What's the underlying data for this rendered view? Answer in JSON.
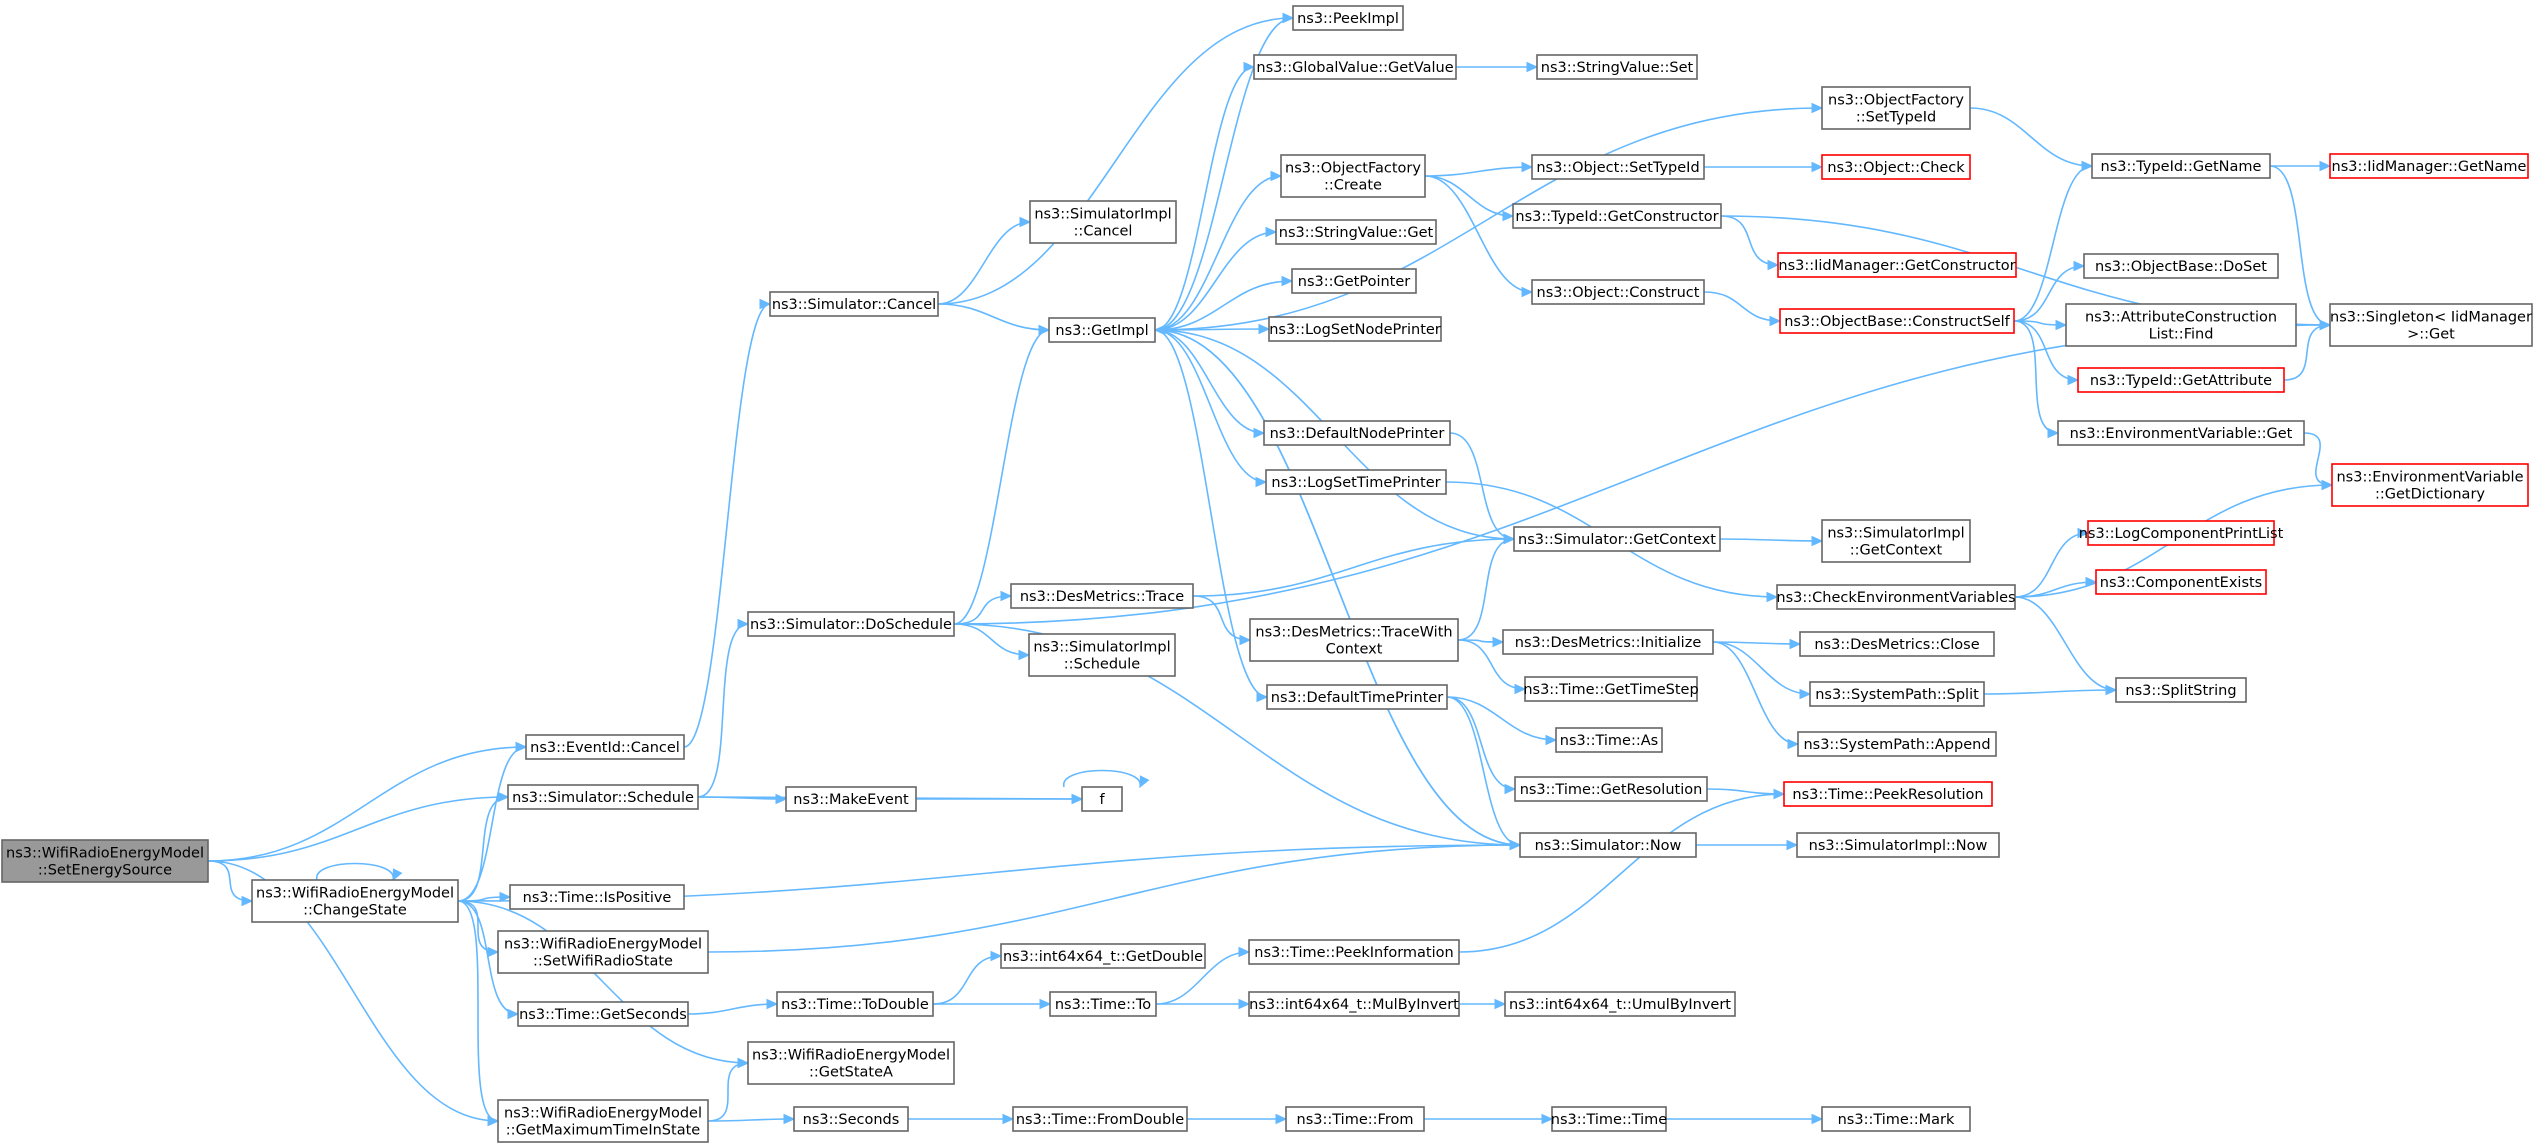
{
  "colors": {
    "edge": "#63b8ff",
    "box_border": "#666666",
    "highlight_border": "#ff0000",
    "root_fill": "#999999"
  },
  "nodes": [
    {
      "id": "root",
      "lines": [
        "ns3::WifiRadioEnergyModel",
        "::SetEnergySource"
      ],
      "style": "root"
    },
    {
      "id": "changestate",
      "lines": [
        "ns3::WifiRadioEnergyModel",
        "::ChangeState"
      ]
    },
    {
      "id": "eventid_cancel",
      "lines": [
        "ns3::EventId::Cancel"
      ]
    },
    {
      "id": "sim_schedule",
      "lines": [
        "ns3::Simulator::Schedule"
      ]
    },
    {
      "id": "getmaxtime",
      "lines": [
        "ns3::WifiRadioEnergyModel",
        "::GetMaximumTimeInState"
      ]
    },
    {
      "id": "sim_cancel",
      "lines": [
        "ns3::Simulator::Cancel"
      ]
    },
    {
      "id": "sim_doschedule",
      "lines": [
        "ns3::Simulator::DoSchedule"
      ]
    },
    {
      "id": "makeevent",
      "lines": [
        "ns3::MakeEvent"
      ]
    },
    {
      "id": "time_ispositive",
      "lines": [
        "ns3::Time::IsPositive"
      ]
    },
    {
      "id": "setwifiradiostate",
      "lines": [
        "ns3::WifiRadioEnergyModel",
        "::SetWifiRadioState"
      ]
    },
    {
      "id": "time_getseconds",
      "lines": [
        "ns3::Time::GetSeconds"
      ]
    },
    {
      "id": "getstatea",
      "lines": [
        "ns3::WifiRadioEnergyModel",
        "::GetStateA"
      ]
    },
    {
      "id": "seconds",
      "lines": [
        "ns3::Seconds"
      ]
    },
    {
      "id": "simimpl_cancel",
      "lines": [
        "ns3::SimulatorImpl",
        "::Cancel"
      ]
    },
    {
      "id": "getimpl",
      "lines": [
        "ns3::GetImpl"
      ]
    },
    {
      "id": "desmetrics_trace",
      "lines": [
        "ns3::DesMetrics::Trace"
      ]
    },
    {
      "id": "simimpl_schedule",
      "lines": [
        "ns3::SimulatorImpl",
        "::Schedule"
      ]
    },
    {
      "id": "f",
      "lines": [
        "f"
      ]
    },
    {
      "id": "time_todouble",
      "lines": [
        "ns3::Time::ToDouble"
      ]
    },
    {
      "id": "time_fromdouble",
      "lines": [
        "ns3::Time::FromDouble"
      ]
    },
    {
      "id": "peekimpl",
      "lines": [
        "ns3::PeekImpl"
      ]
    },
    {
      "id": "gv_getvalue",
      "lines": [
        "ns3::GlobalValue::GetValue"
      ]
    },
    {
      "id": "of_create",
      "lines": [
        "ns3::ObjectFactory",
        "::Create"
      ]
    },
    {
      "id": "sv_get",
      "lines": [
        "ns3::StringValue::Get"
      ]
    },
    {
      "id": "getpointer",
      "lines": [
        "ns3::GetPointer"
      ]
    },
    {
      "id": "logsetnodeprinter",
      "lines": [
        "ns3::LogSetNodePrinter"
      ]
    },
    {
      "id": "defaultnodeprinter",
      "lines": [
        "ns3::DefaultNodePrinter"
      ]
    },
    {
      "id": "logsettimeprinter",
      "lines": [
        "ns3::LogSetTimePrinter"
      ]
    },
    {
      "id": "dm_tracewithcontext",
      "lines": [
        "ns3::DesMetrics::TraceWith",
        "Context"
      ]
    },
    {
      "id": "defaulttimeprinter",
      "lines": [
        "ns3::DefaultTimePrinter"
      ]
    },
    {
      "id": "int64_getdouble",
      "lines": [
        "ns3::int64x64_t::GetDouble"
      ]
    },
    {
      "id": "time_to",
      "lines": [
        "ns3::Time::To"
      ]
    },
    {
      "id": "time_peekinformation",
      "lines": [
        "ns3::Time::PeekInformation"
      ]
    },
    {
      "id": "int64_mulbyinvert",
      "lines": [
        "ns3::int64x64_t::MulByInvert"
      ]
    },
    {
      "id": "time_from",
      "lines": [
        "ns3::Time::From"
      ]
    },
    {
      "id": "sv_set",
      "lines": [
        "ns3::StringValue::Set"
      ]
    },
    {
      "id": "obj_settypeid",
      "lines": [
        "ns3::Object::SetTypeId"
      ]
    },
    {
      "id": "typeid_getconstructor",
      "lines": [
        "ns3::TypeId::GetConstructor"
      ]
    },
    {
      "id": "obj_construct",
      "lines": [
        "ns3::Object::Construct"
      ]
    },
    {
      "id": "sim_getcontext",
      "lines": [
        "ns3::Simulator::GetContext"
      ]
    },
    {
      "id": "dm_initialize",
      "lines": [
        "ns3::DesMetrics::Initialize"
      ]
    },
    {
      "id": "time_gettimestep",
      "lines": [
        "ns3::Time::GetTimeStep"
      ]
    },
    {
      "id": "time_as",
      "lines": [
        "ns3::Time::As"
      ]
    },
    {
      "id": "time_getresolution",
      "lines": [
        "ns3::Time::GetResolution"
      ]
    },
    {
      "id": "sim_now",
      "lines": [
        "ns3::Simulator::Now"
      ]
    },
    {
      "id": "int64_umulbyinvert",
      "lines": [
        "ns3::int64x64_t::UmulByInvert"
      ]
    },
    {
      "id": "time_time",
      "lines": [
        "ns3::Time::Time"
      ]
    },
    {
      "id": "of_settypeid",
      "lines": [
        "ns3::ObjectFactory",
        "::SetTypeId"
      ]
    },
    {
      "id": "obj_check",
      "lines": [
        "ns3::Object::Check"
      ],
      "style": "red"
    },
    {
      "id": "iid_getconstructor",
      "lines": [
        "ns3::IidManager::GetConstructor"
      ],
      "style": "red"
    },
    {
      "id": "ob_constructself",
      "lines": [
        "ns3::ObjectBase::ConstructSelf"
      ],
      "style": "red"
    },
    {
      "id": "simimpl_getcontext",
      "lines": [
        "ns3::SimulatorImpl",
        "::GetContext"
      ]
    },
    {
      "id": "checkenvvars",
      "lines": [
        "ns3::CheckEnvironmentVariables"
      ]
    },
    {
      "id": "dm_close",
      "lines": [
        "ns3::DesMetrics::Close"
      ]
    },
    {
      "id": "sp_split",
      "lines": [
        "ns3::SystemPath::Split"
      ]
    },
    {
      "id": "sp_append",
      "lines": [
        "ns3::SystemPath::Append"
      ]
    },
    {
      "id": "time_peekresolution",
      "lines": [
        "ns3::Time::PeekResolution"
      ],
      "style": "red"
    },
    {
      "id": "simimpl_now",
      "lines": [
        "ns3::SimulatorImpl::Now"
      ]
    },
    {
      "id": "time_mark",
      "lines": [
        "ns3::Time::Mark"
      ]
    },
    {
      "id": "typeid_getname",
      "lines": [
        "ns3::TypeId::GetName"
      ]
    },
    {
      "id": "ob_doset",
      "lines": [
        "ns3::ObjectBase::DoSet"
      ]
    },
    {
      "id": "acl_find",
      "lines": [
        "ns3::AttributeConstruction",
        "List::Find"
      ]
    },
    {
      "id": "typeid_getattribute",
      "lines": [
        "ns3::TypeId::GetAttribute"
      ],
      "style": "red"
    },
    {
      "id": "ev_get",
      "lines": [
        "ns3::EnvironmentVariable::Get"
      ]
    },
    {
      "id": "logcomponentprintlist",
      "lines": [
        "ns3::LogComponentPrintList"
      ],
      "style": "red"
    },
    {
      "id": "componentexists",
      "lines": [
        "ns3::ComponentExists"
      ],
      "style": "red"
    },
    {
      "id": "splitstring",
      "lines": [
        "ns3::SplitString"
      ]
    },
    {
      "id": "iid_getname",
      "lines": [
        "ns3::IidManager::GetName"
      ],
      "style": "red"
    },
    {
      "id": "singleton_get",
      "lines": [
        "ns3::Singleton< IidManager",
        ">::Get"
      ]
    },
    {
      "id": "ev_getdictionary",
      "lines": [
        "ns3::EnvironmentVariable",
        "::GetDictionary"
      ],
      "style": "red"
    }
  ],
  "edges": [
    [
      "root",
      "changestate"
    ],
    [
      "root",
      "eventid_cancel"
    ],
    [
      "root",
      "sim_schedule"
    ],
    [
      "root",
      "getmaxtime"
    ],
    [
      "changestate",
      "changestate"
    ],
    [
      "changestate",
      "eventid_cancel"
    ],
    [
      "changestate",
      "sim_schedule"
    ],
    [
      "changestate",
      "getmaxtime"
    ],
    [
      "changestate",
      "time_ispositive"
    ],
    [
      "changestate",
      "setwifiradiostate"
    ],
    [
      "changestate",
      "time_getseconds"
    ],
    [
      "changestate",
      "getstatea"
    ],
    [
      "changestate",
      "sim_now"
    ],
    [
      "eventid_cancel",
      "sim_cancel"
    ],
    [
      "sim_schedule",
      "sim_doschedule"
    ],
    [
      "sim_schedule",
      "makeevent"
    ],
    [
      "sim_schedule",
      "f"
    ],
    [
      "getmaxtime",
      "getstatea"
    ],
    [
      "getmaxtime",
      "seconds"
    ],
    [
      "sim_cancel",
      "simimpl_cancel"
    ],
    [
      "sim_cancel",
      "getimpl"
    ],
    [
      "sim_cancel",
      "peekimpl"
    ],
    [
      "sim_doschedule",
      "getimpl"
    ],
    [
      "sim_doschedule",
      "desmetrics_trace"
    ],
    [
      "sim_doschedule",
      "simimpl_schedule"
    ],
    [
      "sim_doschedule",
      "sim_now"
    ],
    [
      "sim_doschedule",
      "singleton_get"
    ],
    [
      "makeevent",
      "f"
    ],
    [
      "f",
      "f"
    ],
    [
      "setwifiradiostate",
      "sim_now"
    ],
    [
      "time_getseconds",
      "time_todouble"
    ],
    [
      "seconds",
      "time_fromdouble"
    ],
    [
      "getimpl",
      "peekimpl"
    ],
    [
      "getimpl",
      "gv_getvalue"
    ],
    [
      "getimpl",
      "of_settypeid"
    ],
    [
      "getimpl",
      "of_create"
    ],
    [
      "getimpl",
      "sv_get"
    ],
    [
      "getimpl",
      "getpointer"
    ],
    [
      "getimpl",
      "logsetnodeprinter"
    ],
    [
      "getimpl",
      "defaultnodeprinter"
    ],
    [
      "getimpl",
      "logsettimeprinter"
    ],
    [
      "getimpl",
      "defaulttimeprinter"
    ],
    [
      "getimpl",
      "sim_now"
    ],
    [
      "desmetrics_trace",
      "sim_getcontext"
    ],
    [
      "desmetrics_trace",
      "dm_tracewithcontext"
    ],
    [
      "time_todouble",
      "int64_getdouble"
    ],
    [
      "time_todouble",
      "time_to"
    ],
    [
      "time_fromdouble",
      "time_from"
    ],
    [
      "gv_getvalue",
      "sv_set"
    ],
    [
      "of_create",
      "obj_settypeid"
    ],
    [
      "of_create",
      "typeid_getconstructor"
    ],
    [
      "of_create",
      "obj_construct"
    ],
    [
      "defaultnodeprinter",
      "sim_getcontext"
    ],
    [
      "logsettimeprinter",
      "checkenvvars"
    ],
    [
      "dm_tracewithcontext",
      "sim_getcontext"
    ],
    [
      "dm_tracewithcontext",
      "dm_initialize"
    ],
    [
      "dm_tracewithcontext",
      "time_gettimestep"
    ],
    [
      "defaulttimeprinter",
      "time_as"
    ],
    [
      "defaulttimeprinter",
      "time_getresolution"
    ],
    [
      "defaulttimeprinter",
      "sim_now"
    ],
    [
      "time_to",
      "time_peekinformation"
    ],
    [
      "time_to",
      "int64_mulbyinvert"
    ],
    [
      "time_peekinformation",
      "time_peekresolution"
    ],
    [
      "int64_mulbyinvert",
      "int64_umulbyinvert"
    ],
    [
      "time_from",
      "time_time"
    ],
    [
      "obj_settypeid",
      "obj_check"
    ],
    [
      "typeid_getconstructor",
      "iid_getconstructor"
    ],
    [
      "typeid_getconstructor",
      "singleton_get"
    ],
    [
      "obj_construct",
      "ob_constructself"
    ],
    [
      "sim_getcontext",
      "getimpl"
    ],
    [
      "sim_getcontext",
      "simimpl_getcontext"
    ],
    [
      "dm_initialize",
      "dm_close"
    ],
    [
      "dm_initialize",
      "sp_split"
    ],
    [
      "dm_initialize",
      "sp_append"
    ],
    [
      "time_getresolution",
      "time_peekresolution"
    ],
    [
      "sim_now",
      "getimpl"
    ],
    [
      "sim_now",
      "simimpl_now"
    ],
    [
      "time_time",
      "time_mark"
    ],
    [
      "of_settypeid",
      "typeid_getname"
    ],
    [
      "ob_constructself",
      "typeid_getname"
    ],
    [
      "ob_constructself",
      "ob_doset"
    ],
    [
      "ob_constructself",
      "acl_find"
    ],
    [
      "ob_constructself",
      "typeid_getattribute"
    ],
    [
      "ob_constructself",
      "ev_get"
    ],
    [
      "checkenvvars",
      "logcomponentprintlist"
    ],
    [
      "checkenvvars",
      "componentexists"
    ],
    [
      "checkenvvars",
      "splitstring"
    ],
    [
      "checkenvvars",
      "ev_getdictionary"
    ],
    [
      "sp_split",
      "splitstring"
    ],
    [
      "typeid_getname",
      "iid_getname"
    ],
    [
      "typeid_getname",
      "singleton_get"
    ],
    [
      "typeid_getattribute",
      "singleton_get"
    ],
    [
      "ev_get",
      "ev_getdictionary"
    ]
  ]
}
